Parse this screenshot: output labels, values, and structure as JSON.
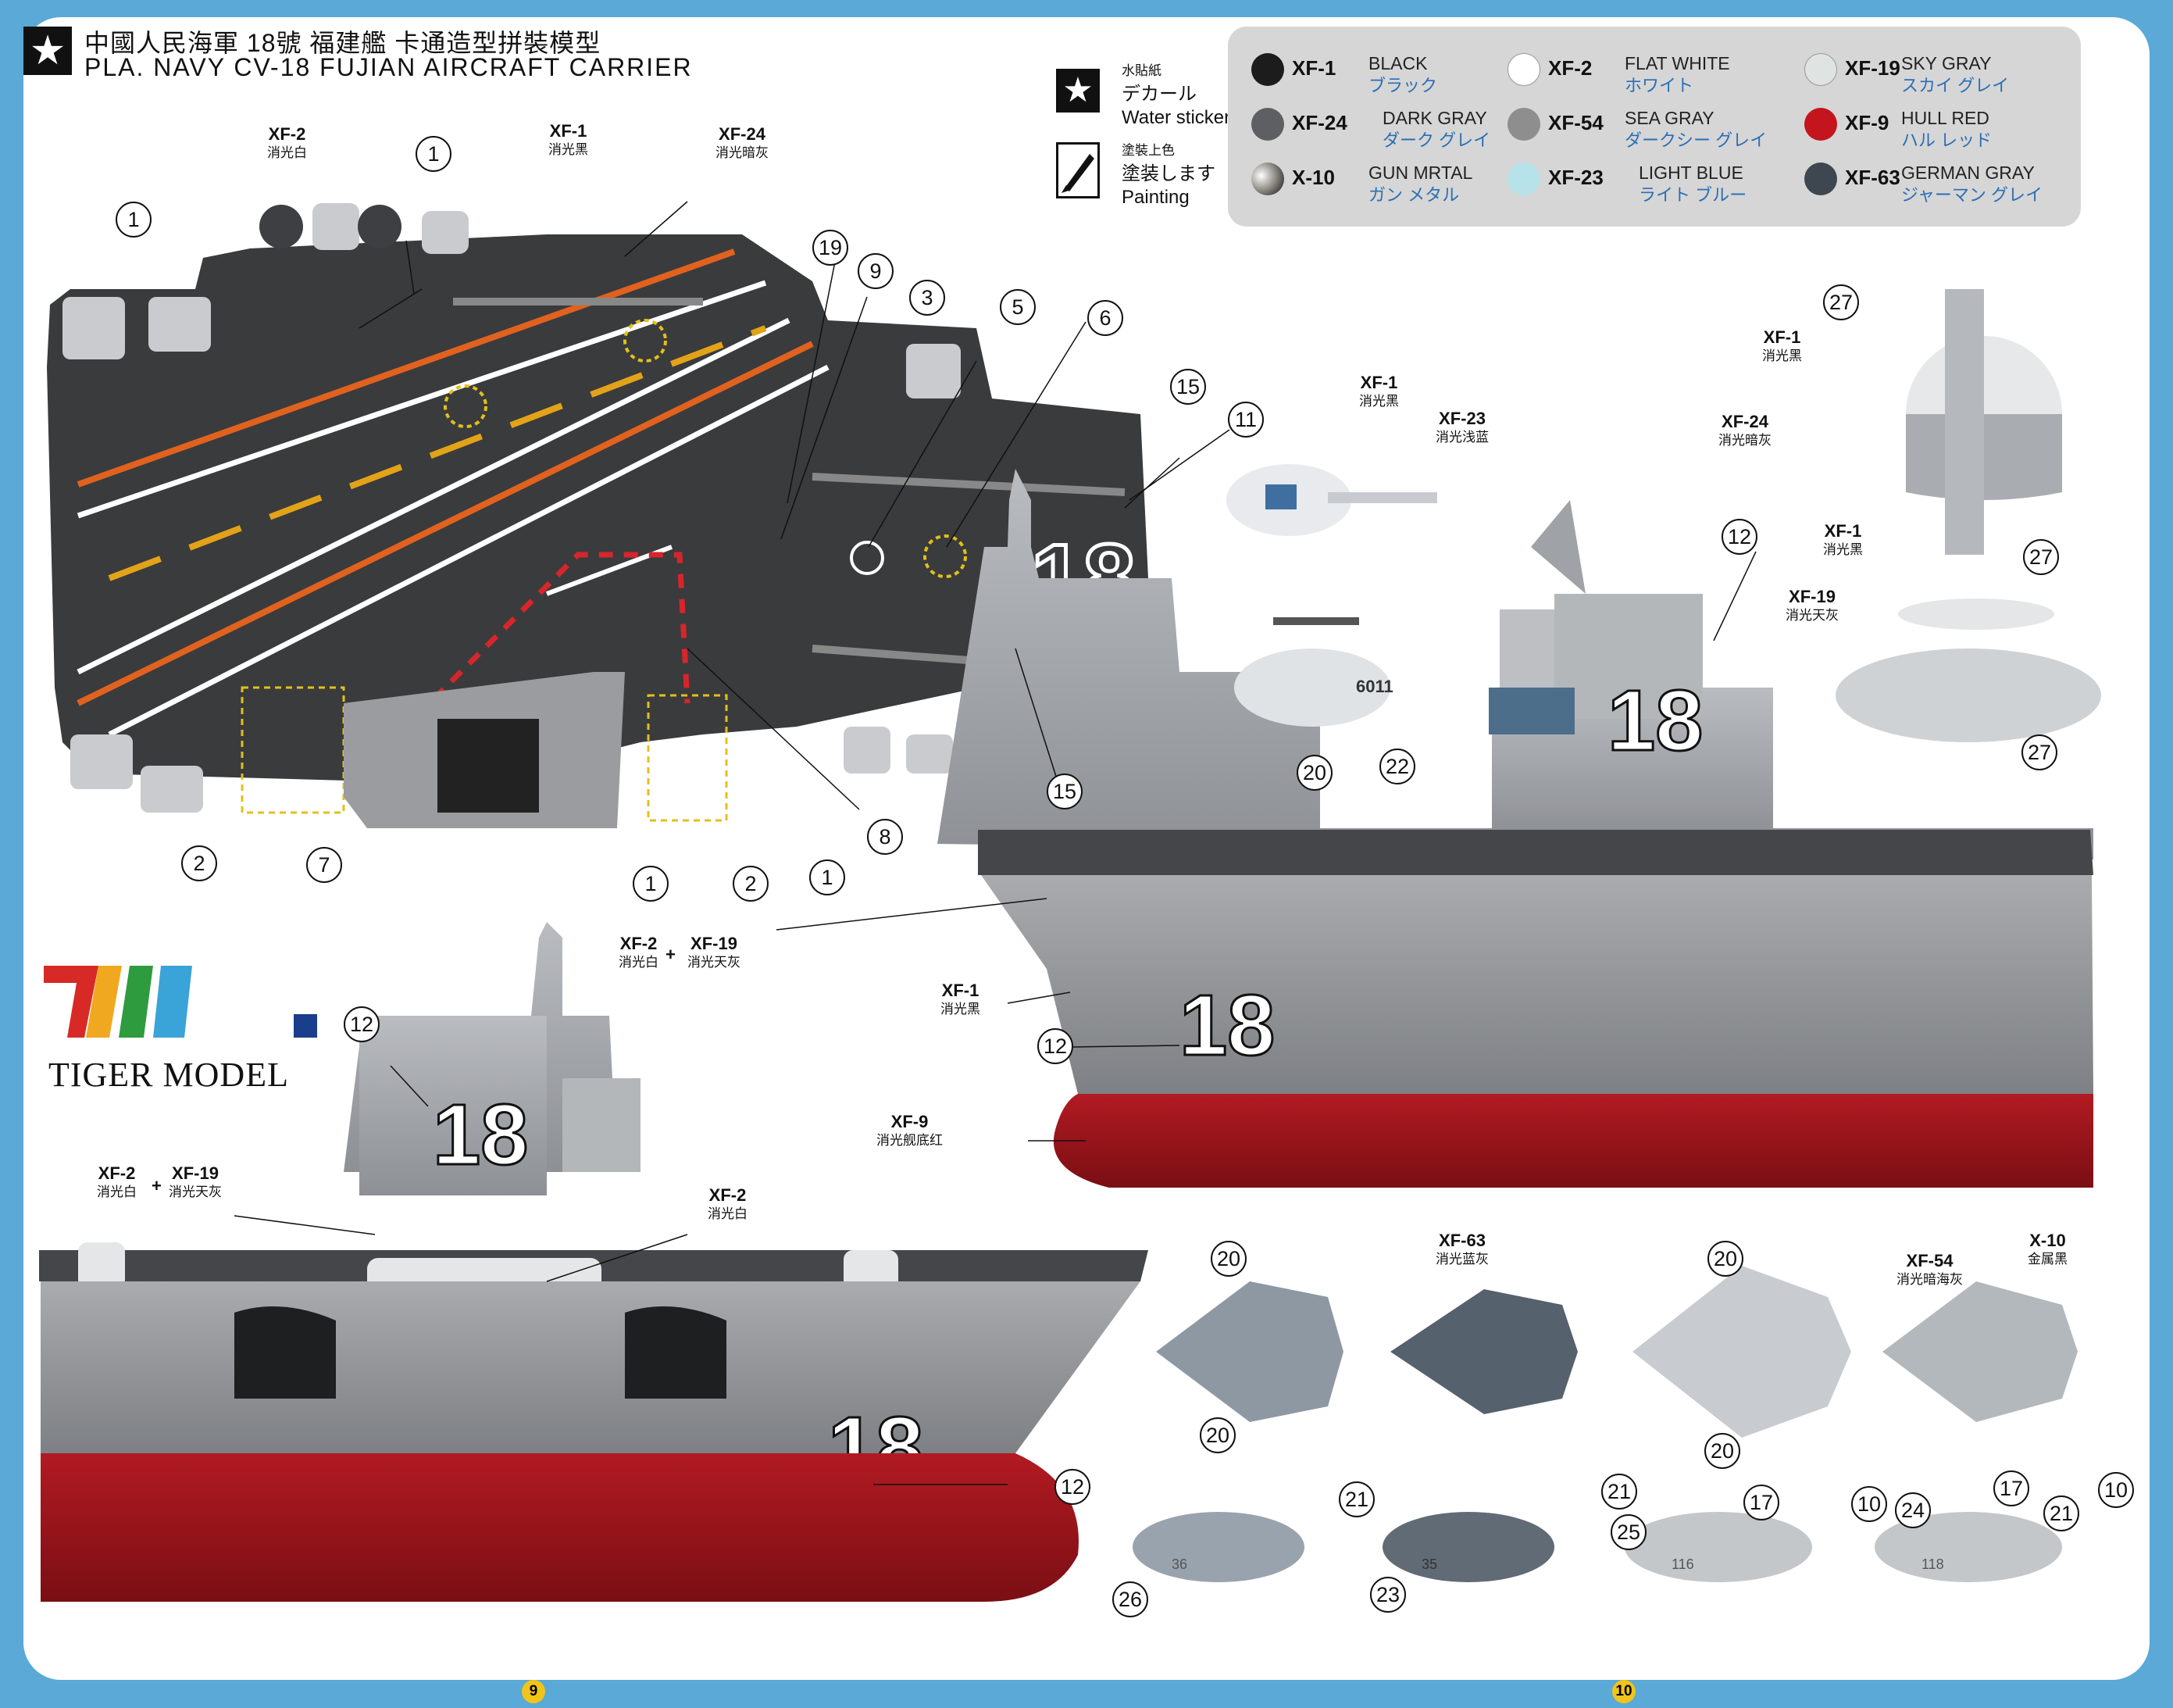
{
  "header": {
    "star_icon": "★",
    "title_cn": "中國人民海軍 18號 福建艦 卡通造型拼裝模型",
    "title_en": "PLA. NAVY  CV-18  FUJIAN AIRCRAFT CARRIER"
  },
  "legend": {
    "sticker": {
      "cn": "水貼紙",
      "jp": "デカール",
      "en": "Water sticker"
    },
    "paint": {
      "cn": "塗裝上色",
      "jp": "塗装します",
      "en": "Painting"
    }
  },
  "palette": [
    {
      "code": "XF-1",
      "en": "BLACK",
      "jp": "ブラック",
      "color": "#1c1c1c"
    },
    {
      "code": "XF-2",
      "en": "FLAT WHITE",
      "jp": "ホワイト",
      "color": "#ffffff"
    },
    {
      "code": "XF-19",
      "en": "SKY GRAY",
      "jp": "スカイ グレイ",
      "color": "#dfe3e1"
    },
    {
      "code": "XF-24",
      "en": "DARK GRAY",
      "jp": "ダーク グレイ",
      "color": "#5e5f62"
    },
    {
      "code": "XF-54",
      "en": "SEA GRAY",
      "jp": "ダークシー グレイ",
      "color": "#8e8e8e"
    },
    {
      "code": "XF-9",
      "en": "HULL RED",
      "jp": "ハル レッド",
      "color": "#c4141e"
    },
    {
      "code": "X-10",
      "en": "GUN MRTAL",
      "jp": "ガン メタル",
      "color": "#8a8680"
    },
    {
      "code": "XF-23",
      "en": "LIGHT BLUE",
      "jp": "ライト ブルー",
      "color": "#b6e2ea"
    },
    {
      "code": "XF-63",
      "en": "GERMAN GRAY",
      "jp": "ジャーマン グレイ",
      "color": "#3e4650"
    }
  ],
  "labels": {
    "xf2_white": {
      "code": "XF-2",
      "cn": "消光白"
    },
    "xf1_black": {
      "code": "XF-1",
      "cn": "消光黑"
    },
    "xf24_darkgray": {
      "code": "XF-24",
      "cn": "消光暗灰"
    },
    "xf23_lightblue": {
      "code": "XF-23",
      "cn": "消光浅蓝"
    },
    "xf19_skygray": {
      "code": "XF-19",
      "cn": "消光天灰"
    },
    "xf9_red": {
      "code": "XF-9",
      "cn": "消光舰底红"
    },
    "xf63_gray": {
      "code": "XF-63",
      "cn": "消光蓝灰"
    },
    "xf54_seagray": {
      "code": "XF-54",
      "cn": "消光暗海灰"
    },
    "x10_metal": {
      "code": "X-10",
      "cn": "金属黑"
    },
    "plus": "+"
  },
  "numbers": {
    "n1": "1",
    "n2": "2",
    "n3": "3",
    "n5": "5",
    "n6": "6",
    "n7": "7",
    "n8": "8",
    "n9": "9",
    "n10": "10",
    "n11": "11",
    "n12": "12",
    "n15": "15",
    "n17": "17",
    "n19": "19",
    "n20": "20",
    "n21": "21",
    "n22": "22",
    "n23": "23",
    "n24": "24",
    "n25": "25",
    "n26": "26",
    "n27": "27"
  },
  "hull": {
    "number": "18",
    "deck_number": "18",
    "heli_number": "6011",
    "jet_a": "36",
    "jet_b": "35",
    "jet_c": "116",
    "jet_d": "118"
  },
  "logo": {
    "text": "TIGER MODEL"
  },
  "pages": {
    "left": "9",
    "right": "10"
  }
}
